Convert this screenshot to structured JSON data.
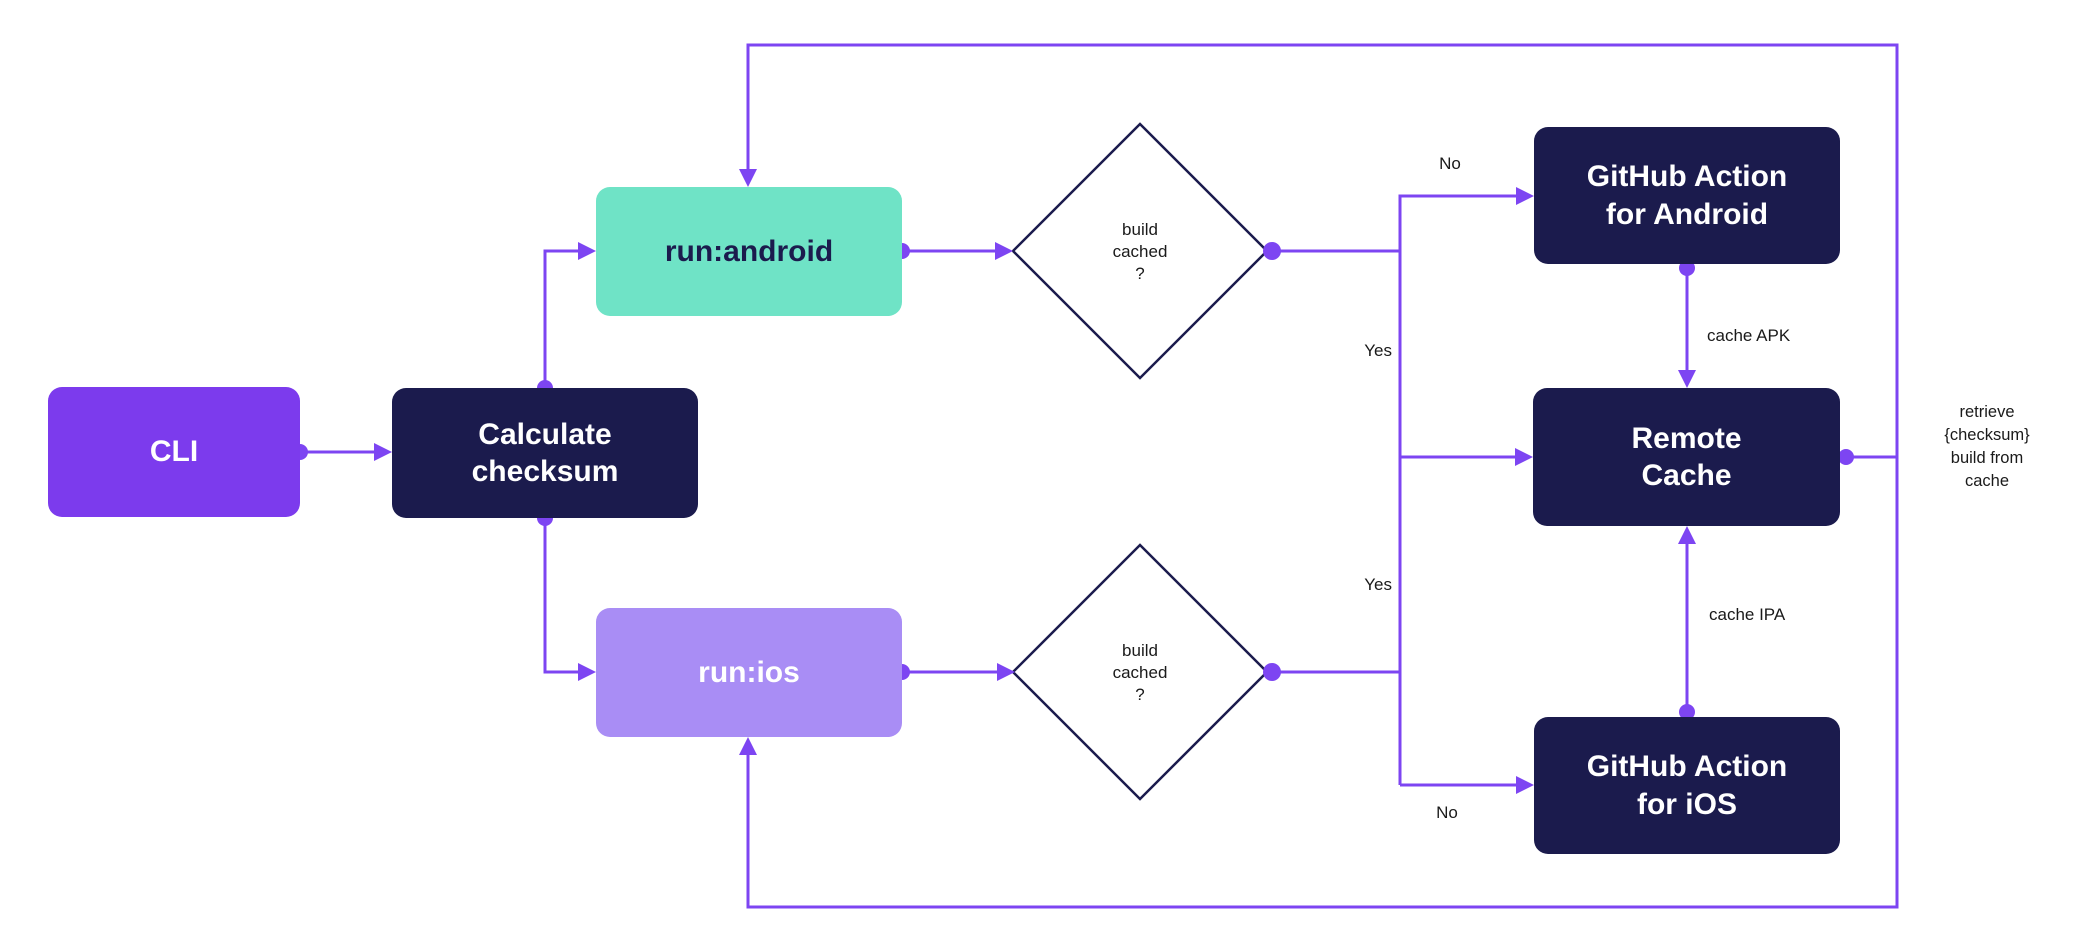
{
  "colors": {
    "accent": "#7d45f2",
    "cli-fill": "#7c3bed",
    "ios-fill": "#a98df5",
    "android-fill": "#6fe3c6",
    "navy": "#1b1b4d",
    "label-text": "#1a1a1a",
    "canvas-bg": "#ffffff"
  },
  "nodes": {
    "cli": {
      "label": "CLI"
    },
    "calculate_checksum": {
      "label": "Calculate\nchecksum"
    },
    "run_android": {
      "label": "run:android"
    },
    "run_ios": {
      "label": "run:ios"
    },
    "decision_android": {
      "label": "build\ncached\n?"
    },
    "decision_ios": {
      "label": "build\ncached\n?"
    },
    "github_action_android": {
      "label": "GitHub Action\nfor Android"
    },
    "remote_cache": {
      "label": "Remote\nCache"
    },
    "github_action_ios": {
      "label": "GitHub Action\nfor iOS"
    }
  },
  "edge_labels": {
    "android_no": "No",
    "android_yes": "Yes",
    "ios_yes": "Yes",
    "ios_no": "No",
    "cache_apk": "cache APK",
    "cache_ipa": "cache IPA",
    "retrieve_from_cache": "retrieve\n{checksum}\nbuild from\ncache"
  }
}
